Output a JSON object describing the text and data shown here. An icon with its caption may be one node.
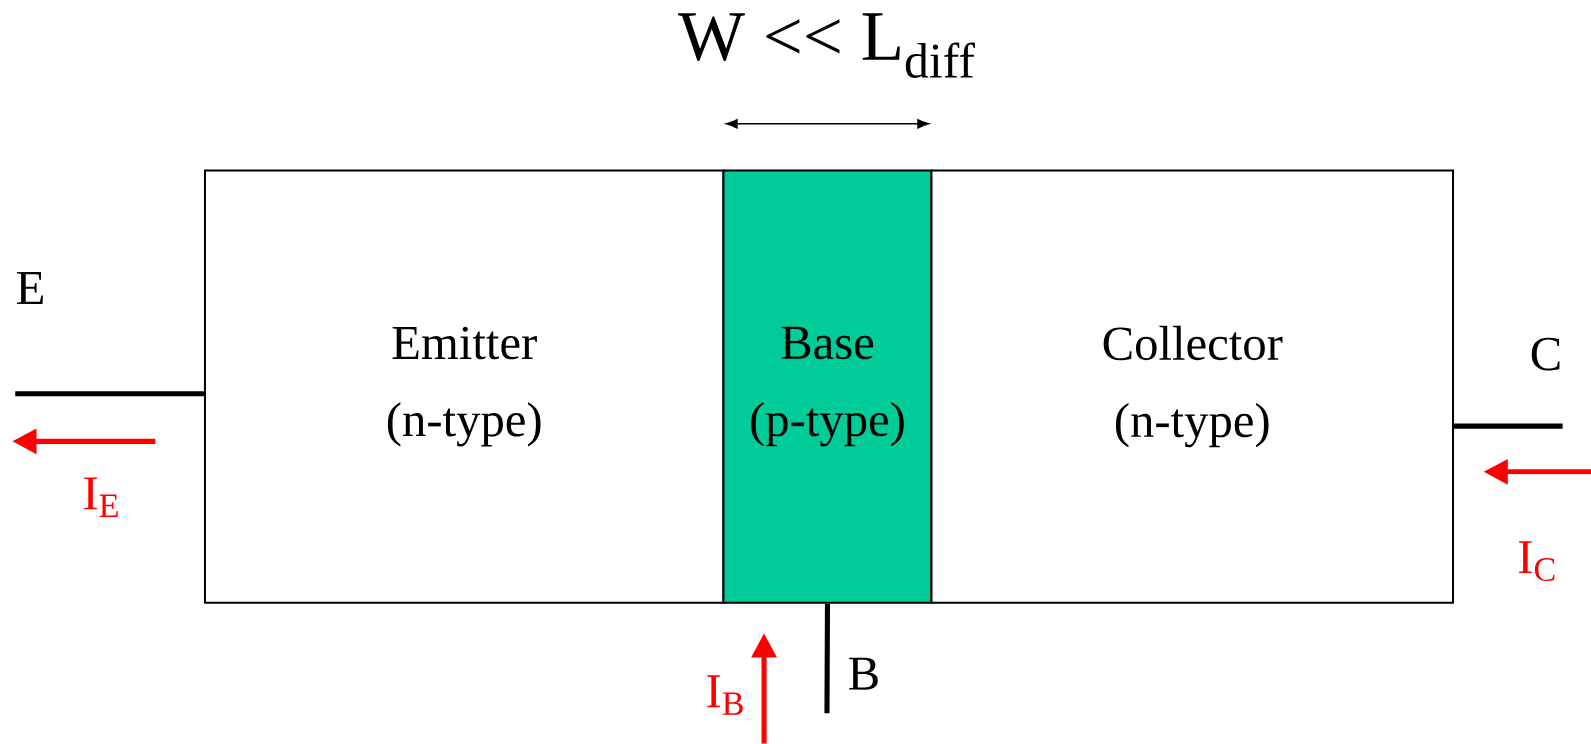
{
  "diagram": {
    "nodes": [
      {
        "text": [
          "Emitter (n-type)"
        ]
      },
      {
        "text": [
          "Base (p-type)"
        ]
      },
      {
        "text": [
          "Collector (n-type)"
        ]
      },
      {
        "text": [
          "E"
        ]
      },
      {
        "text": [
          "C"
        ]
      },
      {
        "text": [
          "B"
        ]
      }
    ],
    "edges": [
      {
        "from": 0,
        "to": 3,
        "arrow": "none"
      },
      {
        "from": 2,
        "to": 4,
        "arrow": "none"
      },
      {
        "from": 1,
        "to": 5,
        "arrow": "none"
      }
    ],
    "labels": [
      "W << L$_{diff}$",
      "I$_{E}$",
      "I$_{C}$",
      "I$_{B}$"
    ]
  }
}
